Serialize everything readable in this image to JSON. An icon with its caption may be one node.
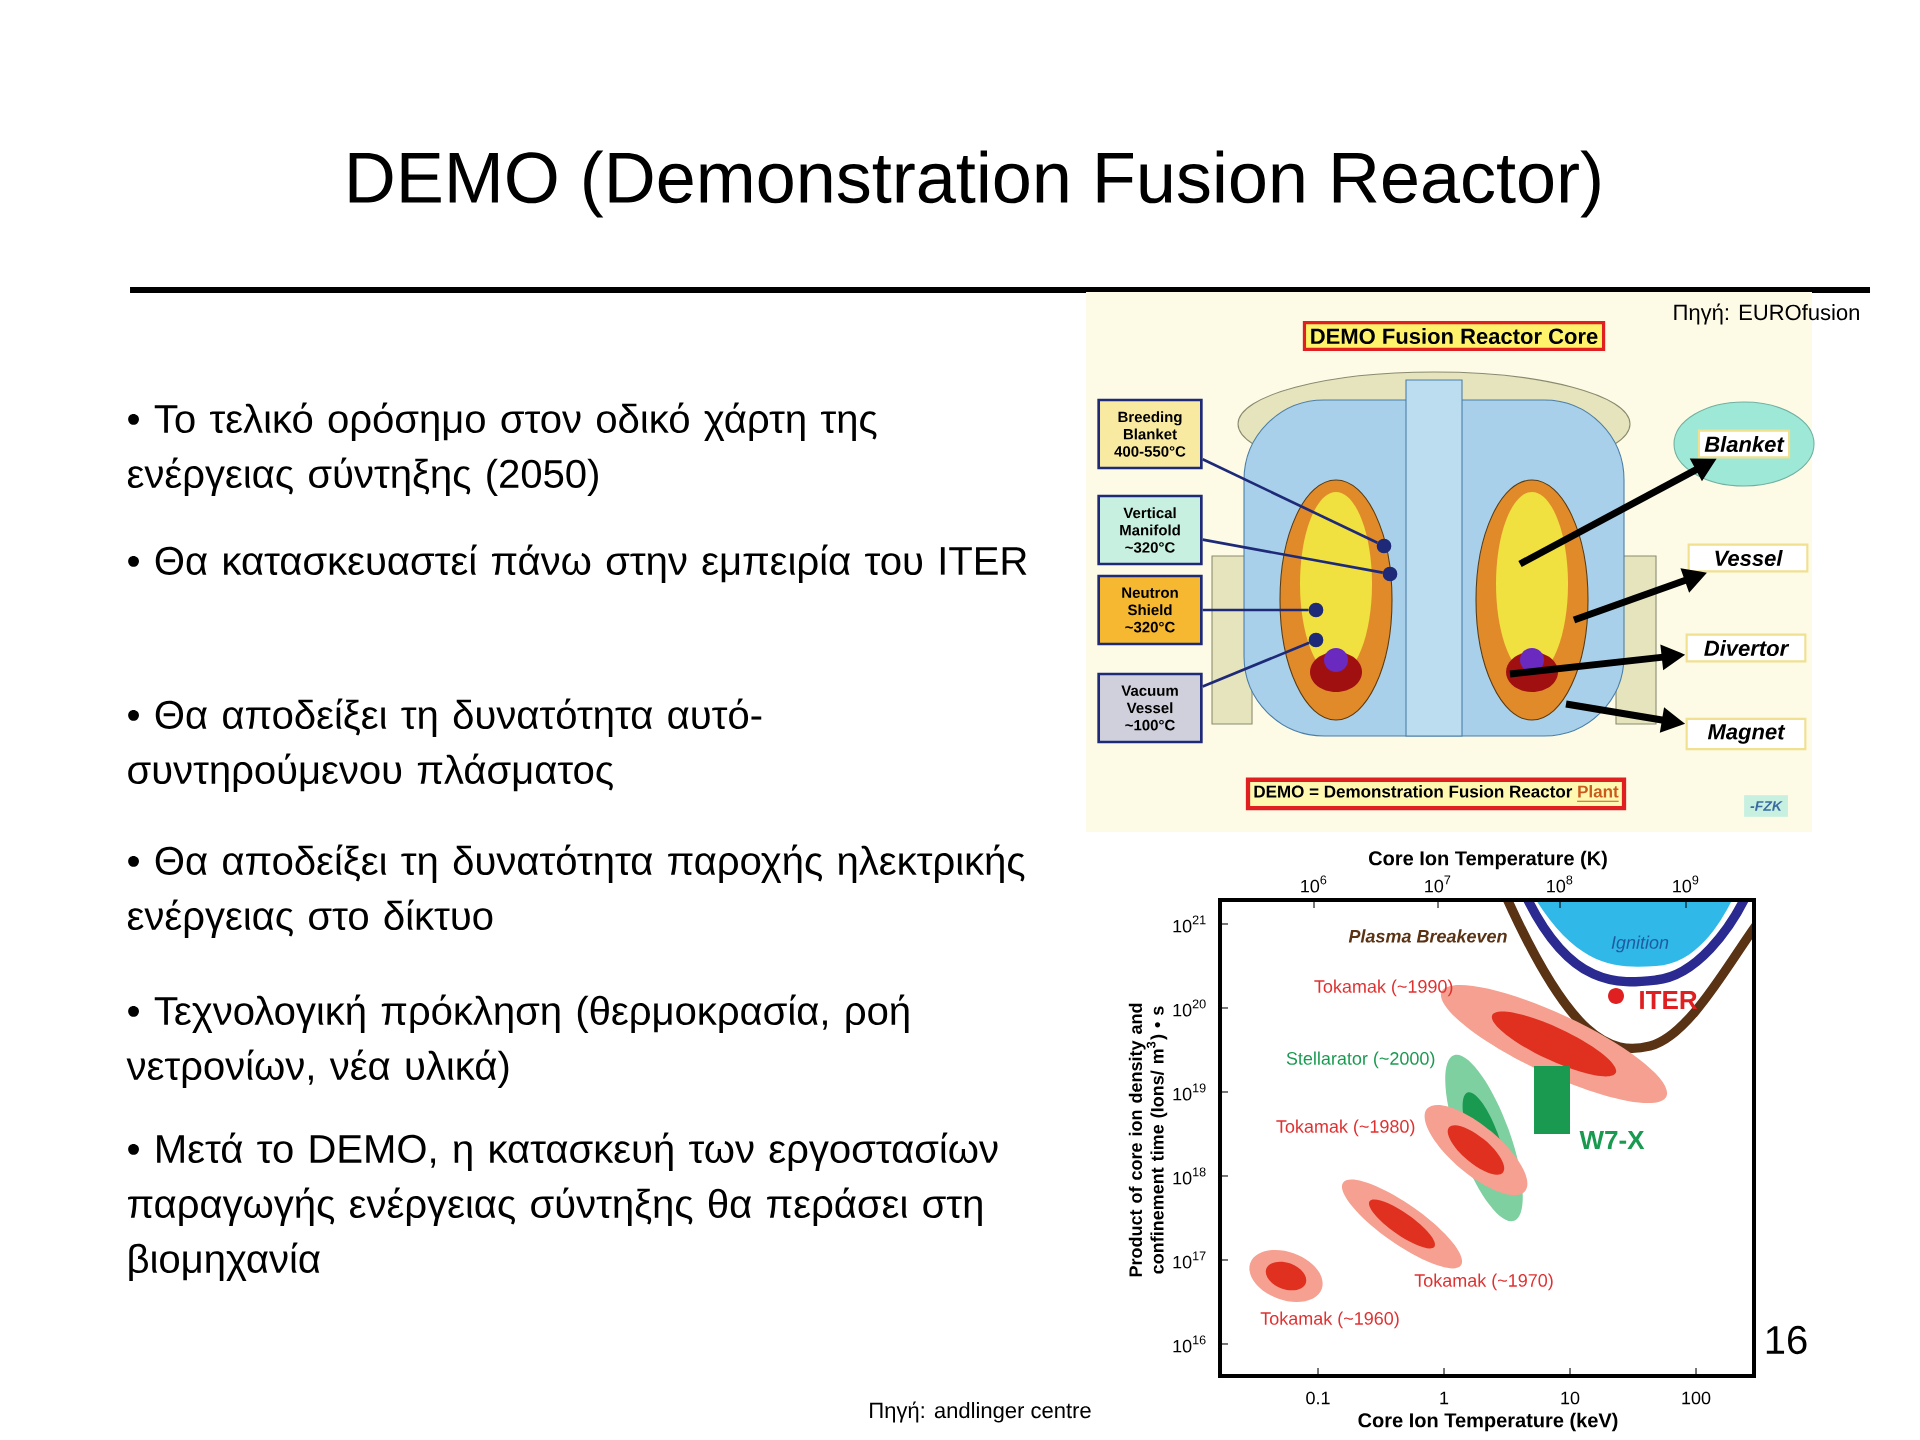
{
  "diagram": {
    "title": "DEMO (Demonstration Fusion Reactor)",
    "nodes": [
      {
        "text": [
          "DEMO Fusion Reactor Core"
        ]
      },
      {
        "text": [
          "Breeding Blanket 400-550°C"
        ]
      },
      {
        "text": [
          "Vertical Manifold ~320°C"
        ]
      },
      {
        "text": [
          "Neutron Shield ~320°C"
        ]
      },
      {
        "text": [
          "Vacuum Vessel ~100°C"
        ]
      },
      {
        "text": [
          "Blanket"
        ]
      },
      {
        "text": [
          "Vessel"
        ]
      },
      {
        "text": [
          "Divertor"
        ]
      },
      {
        "text": [
          "Magnet"
        ]
      },
      {
        "text": [
          "DEMO = Demonstration Fusion Reactor",
          "Plant"
        ]
      },
      {
        "text": [
          "-FZK"
        ]
      },
      {
        "text": [],
        "shape": "circle"
      },
      {
        "text": [],
        "shape": "circle"
      },
      {
        "text": [],
        "shape": "circle"
      },
      {
        "text": [],
        "shape": "circle"
      }
    ],
    "edges": [
      {
        "from": 1,
        "to": 11,
        "arrow": "none",
        "color": "#1e2a78"
      },
      {
        "from": 2,
        "to": 12,
        "arrow": "none",
        "color": "#1e2a78"
      },
      {
        "from": 3,
        "to": 13,
        "arrow": "none",
        "color": "#1e2a78"
      },
      {
        "from": 4,
        "to": 14,
        "arrow": "none",
        "color": "#1e2a78"
      },
      {
        "from": null,
        "to": 5,
        "arrow": "to",
        "style": "thick",
        "color": "#000000"
      },
      {
        "from": null,
        "to": 6,
        "arrow": "to",
        "style": "thick",
        "color": "#000000"
      },
      {
        "from": null,
        "to": 7,
        "arrow": "to",
        "style": "thick",
        "color": "#000000"
      },
      {
        "from": null,
        "to": 8,
        "arrow": "to",
        "style": "thick",
        "color": "#000000"
      }
    ],
    "labels": [
      "• Το τελικό ορόσημο στον οδικό χάρτη της ενέργειας σύντηξης (2050)",
      "• Θα κατασκευαστεί πάνω στην εμπειρία του ITER",
      "• Θα αποδείξει τη δυνατότητα αυτό- συντηρούμενου πλάσματος",
      "• Θα αποδείξει τη δυνατότητα παροχής ηλεκτρικής ενέργειας στο δίκτυο",
      "• Τεχνολογική πρόκληση (θερμοκρασία, ροή νετρονίων, νέα υλικά)",
      "• Μετά το DEMO, η κατασκευή των εργοστασίων παραγωγής ενέργειας σύντηξης θα περάσει στη βιομηχανία",
      "Πηγή: EUROfusion",
      "Core Ion Temperature (K)",
      "10$^{6}$",
      "10$^{7}$",
      "10$^{8}$",
      "10$^{9}$",
      "Plasma Breakeven",
      "Ignition",
      "ITER",
      "Tokamak (~1990)",
      "Stellarator (~2000)",
      "W7-X",
      "Tokamak (~1980)",
      "Tokamak (~1970)",
      "Tokamak (~1960)",
      "Product of core ion density and confinement time (Ions/ m$^{3}$) • s",
      "10$^{21}$",
      "10$^{20}$",
      "10$^{19}$",
      "10$^{18}$",
      "10$^{17}$",
      "10$^{16}$",
      "0.1",
      "1",
      "10",
      "100",
      "Core Ion Temperature (keV)",
      "16",
      "Πηγή: andlinger centre"
    ]
  }
}
